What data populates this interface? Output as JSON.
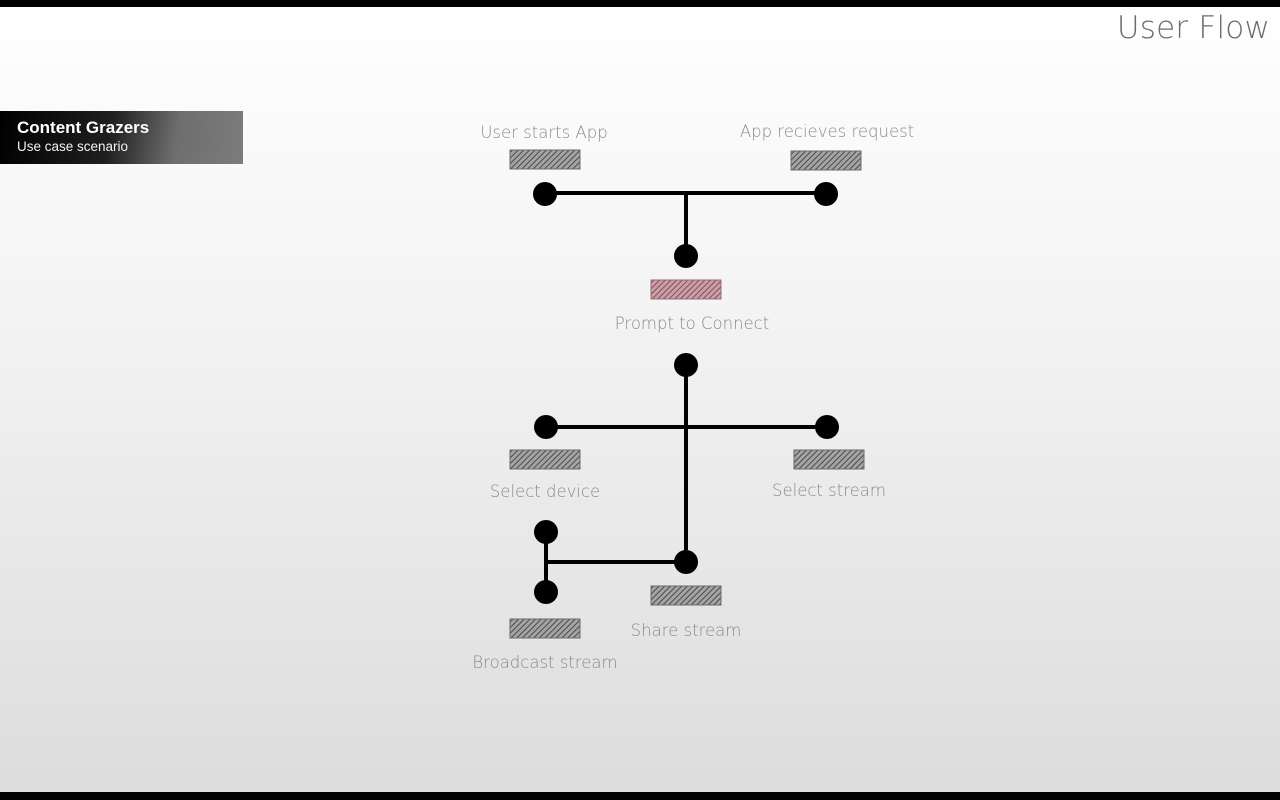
{
  "page": {
    "title": "User Flow"
  },
  "scenario": {
    "title": "Content Grazers",
    "subtitle": "Use case scenario"
  },
  "colors": {
    "line": "#000000",
    "box_default": "#7a7a7a",
    "box_highlight": "#b07a84",
    "label": "#8a8a8a"
  },
  "nodes": [
    {
      "id": "user-starts-app",
      "label": "User starts App",
      "highlight": false
    },
    {
      "id": "app-recieves-request",
      "label": "App recieves request",
      "highlight": false
    },
    {
      "id": "prompt-to-connect",
      "label": "Prompt to Connect",
      "highlight": true
    },
    {
      "id": "select-device",
      "label": "Select device",
      "highlight": false
    },
    {
      "id": "select-stream",
      "label": "Select stream",
      "highlight": false
    },
    {
      "id": "share-stream",
      "label": "Share stream",
      "highlight": false
    },
    {
      "id": "broadcast-stream",
      "label": "Broadcast stream",
      "highlight": false
    }
  ]
}
